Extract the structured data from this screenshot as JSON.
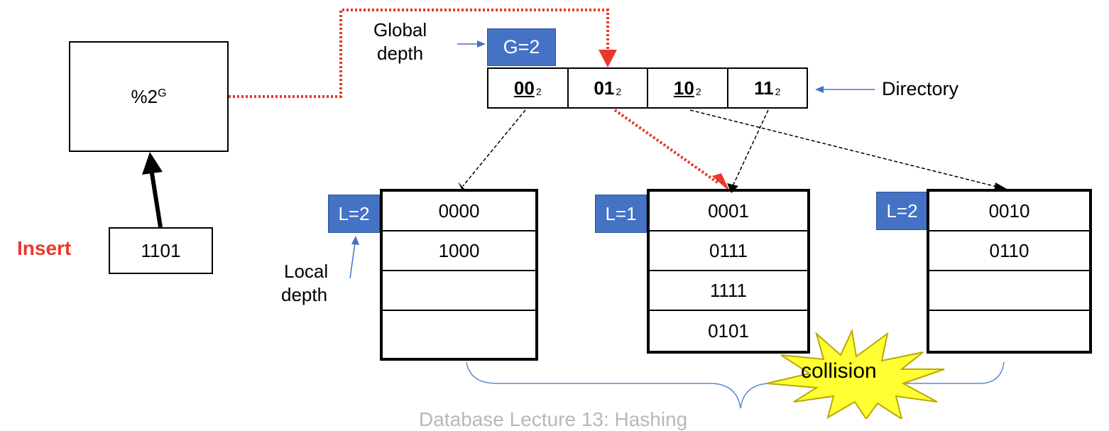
{
  "hash_function": {
    "base": "%2",
    "exponent": "G"
  },
  "insert": {
    "label": "Insert",
    "key": "1101"
  },
  "global_depth": {
    "label_line1": "Global",
    "label_line2": "depth",
    "badge": "G=2"
  },
  "directory": {
    "label": "Directory",
    "cells": [
      {
        "bits": "00",
        "base": "2"
      },
      {
        "bits": "01",
        "base": "2"
      },
      {
        "bits": "10",
        "base": "2"
      },
      {
        "bits": "11",
        "base": "2"
      }
    ]
  },
  "local_depth": {
    "label_line1": "Local",
    "label_line2": "depth"
  },
  "buckets": [
    {
      "local_depth": "L=2",
      "slots": [
        "0000",
        "1000",
        "",
        ""
      ]
    },
    {
      "local_depth": "L=1",
      "slots": [
        "0001",
        "0111",
        "1111",
        "0101"
      ]
    },
    {
      "local_depth": "L=2",
      "slots": [
        "0010",
        "0110",
        "",
        ""
      ]
    }
  ],
  "collision": {
    "label": "collision"
  },
  "footer": {
    "text": "Database Lecture 13: Hashing"
  },
  "colors": {
    "accent_blue": "#4472c4",
    "highlight_red": "#e8382c",
    "collision_yellow": "#ffff33"
  }
}
